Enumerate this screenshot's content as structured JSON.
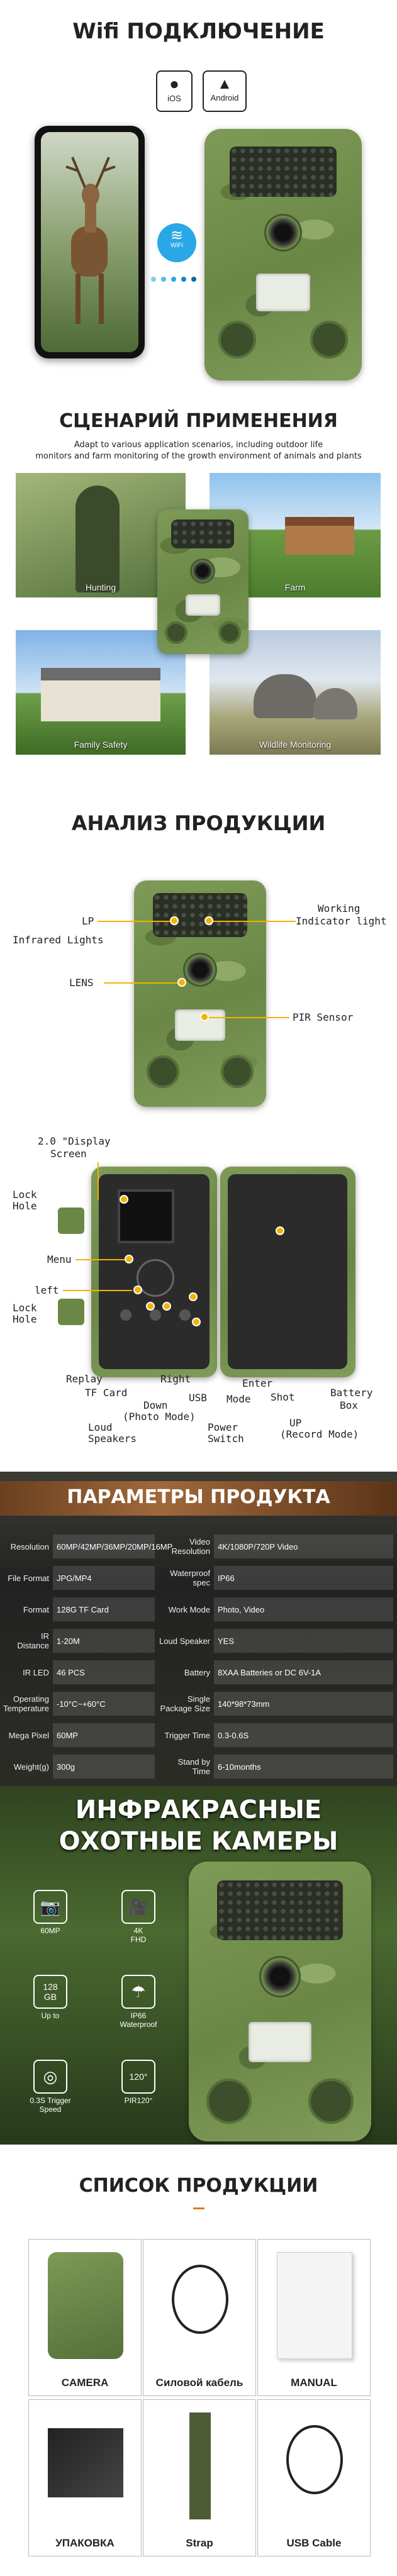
{
  "wifi": {
    "title": "Wifi ПОДКЛЮЧЕНИЕ",
    "ios": "iOS",
    "android": "Android",
    "wifi_label": "WiFi"
  },
  "scenario": {
    "title": "СЦЕНАРИЙ ПРИМЕНЕНИЯ",
    "subtitle_1": "Adapt to various application scenarios, including outdoor life",
    "subtitle_2": "monitors and farm monitoring of the growth environment of animals and plants",
    "tiles": [
      "Hunting",
      "Farm",
      "Family Safety",
      "Wildlife Monitoring"
    ]
  },
  "analysis": {
    "title": "АНАЛИЗ ПРОДУКЦИИ",
    "front": {
      "lp": "LP",
      "ir": "Infrared Lights",
      "working": "Working",
      "indicator": "Indicator light",
      "lens": "LENS",
      "pir": "PIR Sensor"
    },
    "inside": {
      "display_1": "2.0 \"Display",
      "display_2": "Screen",
      "lock_1": "Lock",
      "lock_2": "Hole",
      "menu": "Menu",
      "left": "left",
      "lock2_1": "Lock",
      "lock2_2": "Hole",
      "replay": "Replay",
      "tf": "TF Card",
      "down_1": "Down",
      "down_2": "(Photo Mode)",
      "right": "Right",
      "usb": "USB",
      "speakers_1": "Loud",
      "speakers_2": "Speakers",
      "power_1": "Power",
      "power_2": "Switch",
      "mode": "Mode",
      "enter": "Enter",
      "shot": "Shot",
      "up_1": "UP",
      "up_2": "(Record Mode)",
      "battery_1": "Battery",
      "battery_2": "Box"
    }
  },
  "params": {
    "title": "ПАРАМЕТРЫ  ПРОДУКТА",
    "rows": [
      {
        "k": "Resolution",
        "v": "60MP/42MP/36MP/20MP/16MP",
        "k2": "Video Resolution",
        "v2": "4K/1080P/720P Video"
      },
      {
        "k": "File Format",
        "v": "JPG/MP4",
        "k2": "Waterproof spec",
        "v2": "IP66"
      },
      {
        "k": "Format",
        "v": "128G TF Card",
        "k2": "Work Mode",
        "v2": "Photo, Video"
      },
      {
        "k": "IR Distance",
        "v": "1-20M",
        "k2": "Loud Speaker",
        "v2": "YES"
      },
      {
        "k": "IR LED",
        "v": "46 PCS",
        "k2": "Battery",
        "v2": "8XAA Batteries or DC 6V-1A"
      },
      {
        "k": "Operating Temperature",
        "v": "-10°C~+60°C",
        "k2": "Single Package Size",
        "v2": "140*98*73mm"
      },
      {
        "k": "Mega Pixel",
        "v": "60MP",
        "k2": "Trigger Time",
        "v2": "0.3-0.6S"
      },
      {
        "k": "Weight(g)",
        "v": "300g",
        "k2": "Stand by Time",
        "v2": "6-10months"
      }
    ]
  },
  "hunting": {
    "title_1": "ИНФРАКРАСНЫЕ",
    "title_2": "ОХОТНЫЕ КАМЕРЫ",
    "features": [
      {
        "icon": "camera-icon",
        "glyph": "📷",
        "label": "60MP"
      },
      {
        "icon": "video-icon",
        "glyph": "🎥",
        "label": "4K\nFHD"
      },
      {
        "icon": "sd-card-icon",
        "glyph": "128\nGB",
        "label": "Up to"
      },
      {
        "icon": "umbrella-icon",
        "glyph": "☂",
        "label": "IP66\nWaterproof"
      },
      {
        "icon": "trigger-icon",
        "glyph": "◎",
        "label": "0.3S Trigger\nSpeed"
      },
      {
        "icon": "angle-icon",
        "glyph": "120°",
        "label": "PIR120°"
      }
    ]
  },
  "package": {
    "title": "СПИСОК ПРОДУКЦИИ",
    "items": [
      "CAMERA",
      "Силовой кабель",
      "MANUAL",
      "УПАКОВКА",
      "Strap",
      "USB Cable"
    ]
  }
}
